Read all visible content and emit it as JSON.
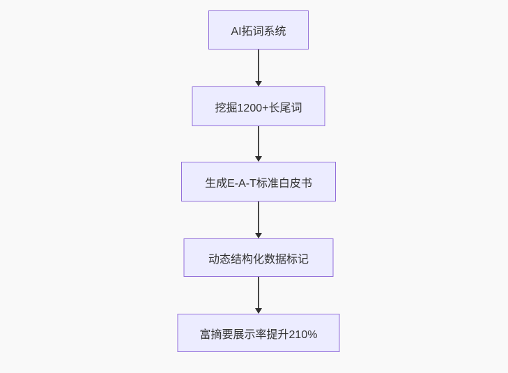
{
  "flowchart": {
    "type": "vertical-flow",
    "nodes": [
      {
        "id": "node-1",
        "label": "AI拓词系统"
      },
      {
        "id": "node-2",
        "label": "挖掘1200+长尾词"
      },
      {
        "id": "node-3",
        "label": "生成E-A-T标准白皮书"
      },
      {
        "id": "node-4",
        "label": "动态结构化数据标记"
      },
      {
        "id": "node-5",
        "label": "富摘要展示率提升210%"
      }
    ],
    "edges": [
      {
        "from": "node-1",
        "to": "node-2"
      },
      {
        "from": "node-2",
        "to": "node-3"
      },
      {
        "from": "node-3",
        "to": "node-4"
      },
      {
        "from": "node-4",
        "to": "node-5"
      }
    ],
    "colors": {
      "node_fill": "#ECECFF",
      "node_border": "#9370DB",
      "node_text": "#333333",
      "arrow_line": "#484848",
      "arrow_head": "#2e2e2e",
      "background": "#f9f9f9"
    }
  }
}
